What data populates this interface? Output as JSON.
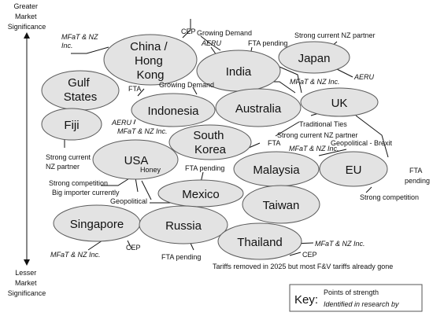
{
  "axis": {
    "top": [
      "Greater",
      "Market",
      "Significance"
    ],
    "bottom": [
      "Lesser",
      "Market",
      "Significance"
    ]
  },
  "markets": [
    {
      "id": "china",
      "lines": [
        "China /",
        "Hong",
        "Kong"
      ]
    },
    {
      "id": "india",
      "lines": [
        "India"
      ]
    },
    {
      "id": "japan",
      "lines": [
        "Japan"
      ]
    },
    {
      "id": "gulf",
      "lines": [
        "Gulf",
        "States"
      ]
    },
    {
      "id": "indonesia",
      "lines": [
        "Indonesia"
      ]
    },
    {
      "id": "australia",
      "lines": [
        "Australia"
      ]
    },
    {
      "id": "uk",
      "lines": [
        "UK"
      ]
    },
    {
      "id": "fiji",
      "lines": [
        "Fiji"
      ]
    },
    {
      "id": "southkorea",
      "lines": [
        "South",
        "Korea"
      ]
    },
    {
      "id": "usa",
      "lines": [
        "USA"
      ]
    },
    {
      "id": "malaysia",
      "lines": [
        "Malaysia"
      ]
    },
    {
      "id": "eu",
      "lines": [
        "EU"
      ]
    },
    {
      "id": "mexico",
      "lines": [
        "Mexico"
      ]
    },
    {
      "id": "taiwan",
      "lines": [
        "Taiwan"
      ]
    },
    {
      "id": "singapore",
      "lines": [
        "Singapore"
      ]
    },
    {
      "id": "russia",
      "lines": [
        "Russia"
      ]
    },
    {
      "id": "thailand",
      "lines": [
        "Thailand"
      ]
    }
  ],
  "notes": [
    {
      "id": "n-cep-china",
      "text": "CEP",
      "italic": false
    },
    {
      "id": "n-mfat-china",
      "lines": [
        "MFaT & NZ",
        "Inc."
      ],
      "italic": true
    },
    {
      "id": "n-growing-india",
      "text": "Growing Demand",
      "italic": false
    },
    {
      "id": "n-aeru-india",
      "text": "AERU",
      "italic": true
    },
    {
      "id": "n-fta-india",
      "text": "FTA pending",
      "italic": false
    },
    {
      "id": "n-strong-japan",
      "text": "Strong current NZ partner",
      "italic": false
    },
    {
      "id": "n-aeru-japan",
      "text": "AERU",
      "italic": true
    },
    {
      "id": "n-fta-indonesia",
      "text": "FTA",
      "italic": false
    },
    {
      "id": "n-growing-indonesia",
      "text": "Growing Demand",
      "italic": false
    },
    {
      "id": "n-mfat-australia",
      "text": "MFaT & NZ Inc.",
      "italic": true
    },
    {
      "id": "n-aeru-fiji",
      "text": "AERU",
      "italic": true
    },
    {
      "id": "n-mfat-fiji",
      "text": "MFaT & NZ Inc.",
      "italic": true
    },
    {
      "id": "n-traditional-ties",
      "text": "Traditional Ties",
      "italic": false
    },
    {
      "id": "n-strong-australia",
      "text": "Strong current NZ partner",
      "italic": false
    },
    {
      "id": "n-fta-korea",
      "text": "FTA",
      "italic": false
    },
    {
      "id": "n-mfat-malaysia",
      "text": "MFaT & NZ Inc.",
      "italic": true
    },
    {
      "id": "n-brexit",
      "text": "Geopolitical - Brexit",
      "italic": false
    },
    {
      "id": "n-strong-fiji",
      "lines": [
        "Strong current",
        "NZ partner"
      ],
      "italic": false
    },
    {
      "id": "n-honey",
      "text": "Honey",
      "italic": false
    },
    {
      "id": "n-fta-pending-mexico",
      "text": "FTA pending",
      "italic": false
    },
    {
      "id": "n-fta-eu",
      "lines": [
        "FTA",
        "pending"
      ],
      "italic": false
    },
    {
      "id": "n-strong-comp-usa",
      "text": "Strong competition",
      "italic": false
    },
    {
      "id": "n-big-importer",
      "text": "Big importer currently",
      "italic": false
    },
    {
      "id": "n-geopolitical",
      "text": "Geopolitical",
      "italic": false
    },
    {
      "id": "n-strong-comp-eu",
      "text": "Strong competition",
      "italic": false
    },
    {
      "id": "n-cep-singapore",
      "text": "CEP",
      "italic": false
    },
    {
      "id": "n-mfat-singapore",
      "text": "MFaT & NZ Inc.",
      "italic": true
    },
    {
      "id": "n-mfat-thailand",
      "text": "MFaT & NZ Inc.",
      "italic": true
    },
    {
      "id": "n-fta-russia",
      "text": "FTA pending",
      "italic": false
    },
    {
      "id": "n-cep-thailand",
      "text": "CEP",
      "italic": false
    },
    {
      "id": "n-tariffs",
      "text": "Tariffs removed in 2025 but most F&V tariffs already gone",
      "italic": false
    }
  ],
  "key": {
    "title": "Key:",
    "items": [
      {
        "text": "Points of strength",
        "italic": false
      },
      {
        "text": "Identified in research by",
        "italic": true
      }
    ]
  }
}
